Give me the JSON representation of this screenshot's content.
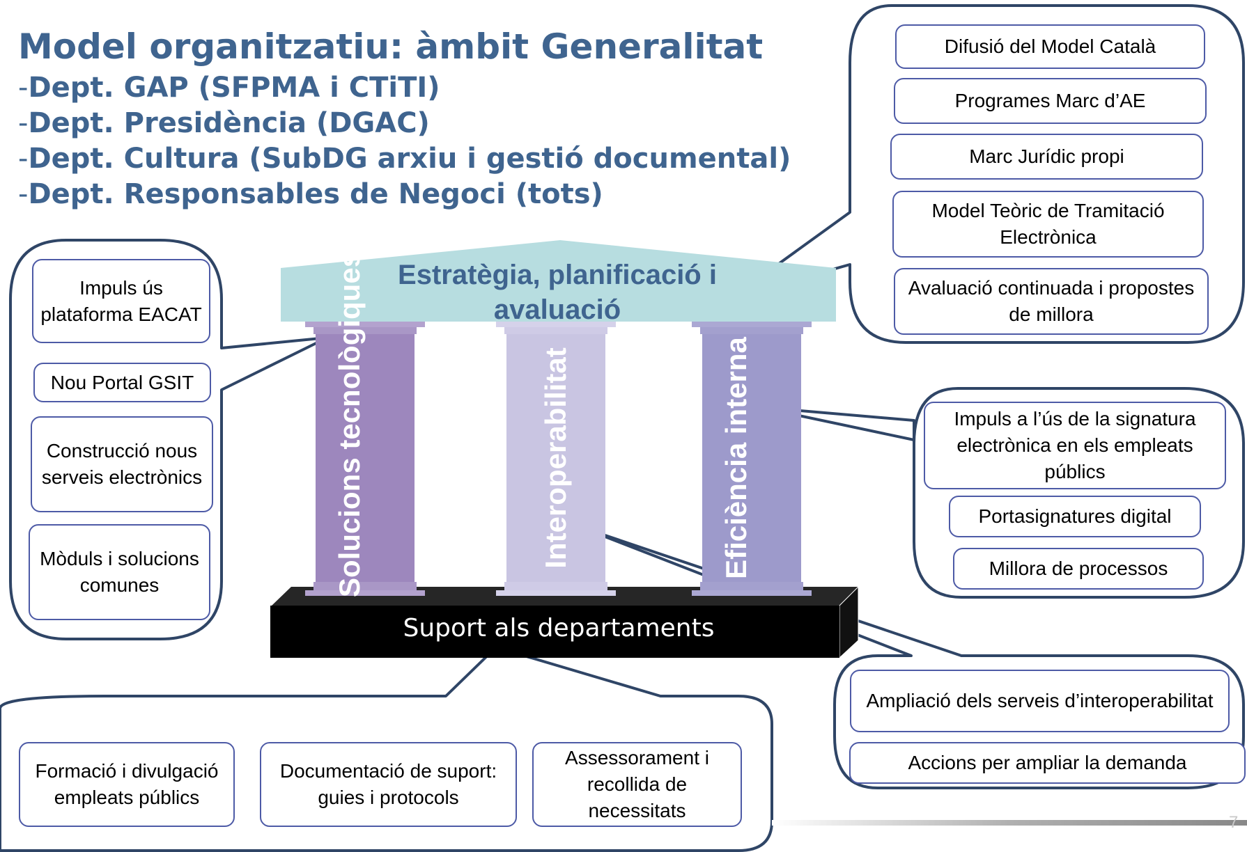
{
  "title": "Model organitzatiu: àmbit Generalitat",
  "departments": [
    "Dept. GAP (SFPMA i CTiTI)",
    "Dept. Presidència (DGAC)",
    "Dept. Cultura (SubDG arxiu i gestió documental)",
    "Dept. Responsables de Negoci (tots)"
  ],
  "dash": "-",
  "roof": "Estratègia, planificació i avaluació",
  "pillars": [
    "Solucions tecnològiques",
    "Interoperabilitat",
    "Eficiència interna"
  ],
  "base": "Suport als departaments",
  "strategy_items": [
    "Difusió del Model Català",
    "Programes Marc d’AE",
    "Marc Jurídic propi",
    "Model Teòric de Tramitació Electrònica",
    "Avaluació continuada i propostes de millora"
  ],
  "technology_items": [
    "Impuls ús plataforma EACAT",
    "Nou Portal GSIT",
    "Construcció nous serveis electrònics",
    "Mòduls i solucions comunes"
  ],
  "efficiency_items": [
    "Impuls a l’ús de la signatura electrònica en els empleats públics",
    "Portasignatures digital",
    "Millora de processos"
  ],
  "interoperability_items": [
    "Ampliació dels serveis d’interoperabilitat",
    "Accions per ampliar la demanda"
  ],
  "support_items": [
    "Formació i divulgació empleats públics",
    "Documentació de suport: guies i protocols",
    "Assessorament i recollida de necessitats"
  ],
  "page_number": "7",
  "colors": {
    "title": "#3f648f",
    "roof": "#b7dde0",
    "pillar_technology": "#9d87bd",
    "pillar_interoperability": "#c9c5e2",
    "pillar_efficiency": "#9d9acb",
    "base": "#000000",
    "callout_border": "#2f4566",
    "box_border": "#4d5aa6"
  }
}
